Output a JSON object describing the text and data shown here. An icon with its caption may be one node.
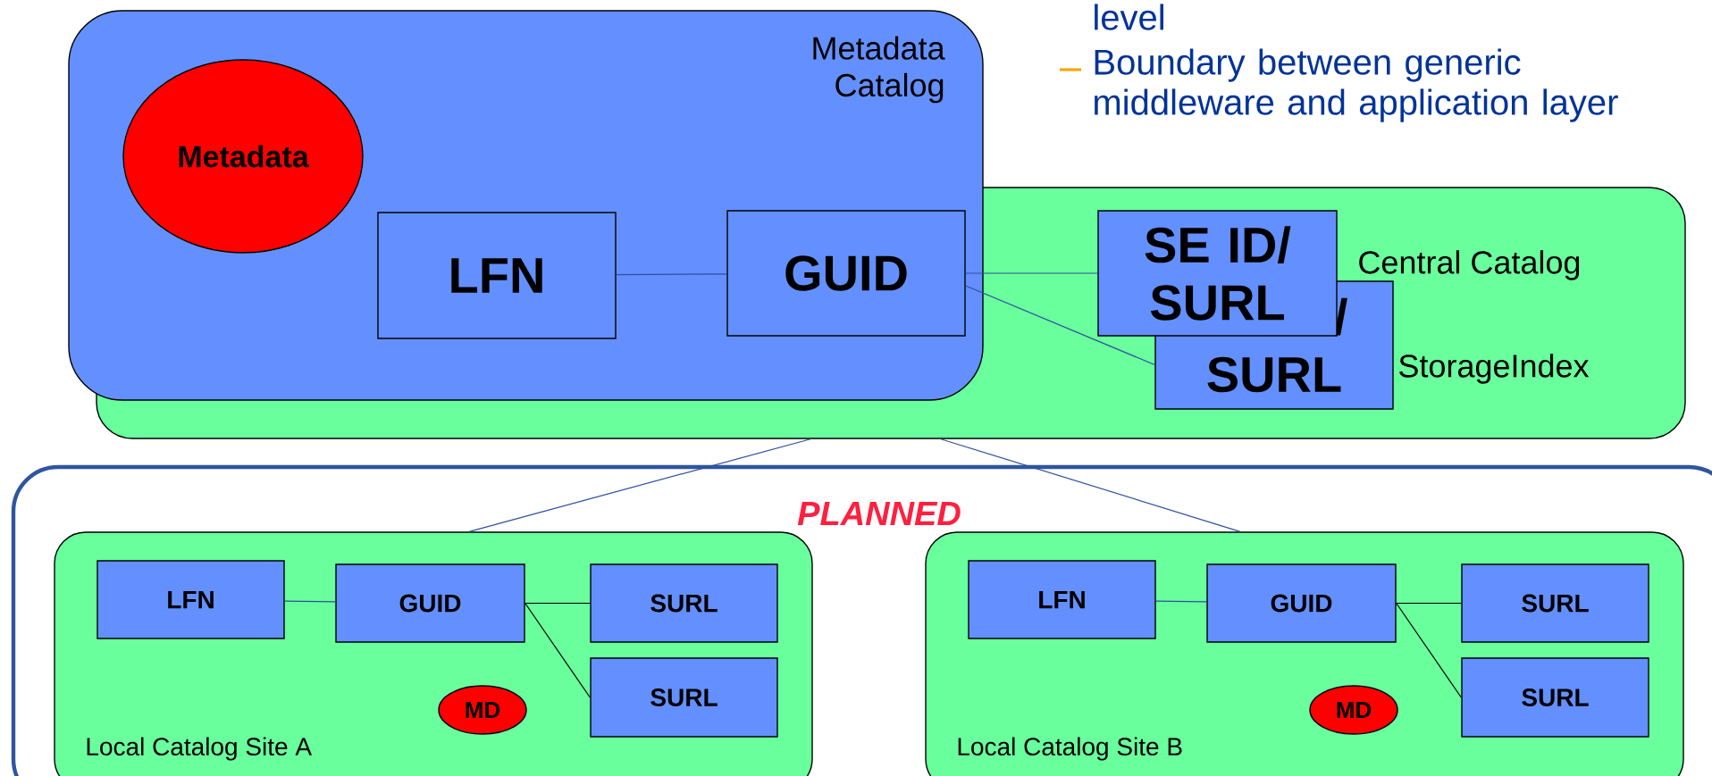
{
  "diagram": {
    "nodes": [
      {
        "text": [
          "Metadata Catalog"
        ]
      },
      {
        "text": [
          "Metadata"
        ],
        "in": 0
      },
      {
        "text": [
          "LFN"
        ]
      },
      {
        "text": [
          "GUID"
        ]
      },
      {
        "text": [
          "Central Catalog",
          "StorageIndex"
        ]
      },
      {
        "text": [
          "SE ID/ SURL"
        ],
        "in": 4
      },
      {
        "text": [
          "SE ID/ SURL"
        ],
        "in": 4
      },
      {
        "text": [
          "PLANNED"
        ]
      },
      {
        "text": [
          "Local Catalog Site A"
        ],
        "in": 7
      },
      {
        "text": [
          "LFN"
        ],
        "in": 8
      },
      {
        "text": [
          "GUID"
        ],
        "in": 8
      },
      {
        "text": [
          "SURL"
        ],
        "in": 8
      },
      {
        "text": [
          "SURL"
        ],
        "in": 8
      },
      {
        "text": [
          "MD"
        ],
        "in": 8
      },
      {
        "text": [
          "Local Catalog Site B"
        ],
        "in": 7
      },
      {
        "text": [
          "LFN"
        ],
        "in": 14
      },
      {
        "text": [
          "GUID"
        ],
        "in": 14
      },
      {
        "text": [
          "SURL"
        ],
        "in": 14
      },
      {
        "text": [
          "SURL"
        ],
        "in": 14
      },
      {
        "text": [
          "MD"
        ],
        "in": 14
      }
    ],
    "edges": [
      {
        "from": 2,
        "to": 3,
        "arrow": "none"
      },
      {
        "from": 3,
        "to": 5,
        "arrow": "none"
      },
      {
        "from": 3,
        "to": 6,
        "arrow": "none"
      },
      {
        "from": 4,
        "to": 8,
        "arrow": "none"
      },
      {
        "from": 4,
        "to": 14,
        "arrow": "none"
      },
      {
        "from": 9,
        "to": 10,
        "arrow": "none"
      },
      {
        "from": 10,
        "to": 11,
        "arrow": "none",
        "color": "#000000"
      },
      {
        "from": 10,
        "to": 12,
        "arrow": "none",
        "color": "#000000"
      },
      {
        "from": 15,
        "to": 16,
        "arrow": "none"
      },
      {
        "from": 16,
        "to": 17,
        "arrow": "none",
        "color": "#000000"
      },
      {
        "from": 16,
        "to": 18,
        "arrow": "none",
        "color": "#000000"
      }
    ],
    "labels": [
      "level",
      "Boundary between generic middleware and application layer"
    ]
  }
}
